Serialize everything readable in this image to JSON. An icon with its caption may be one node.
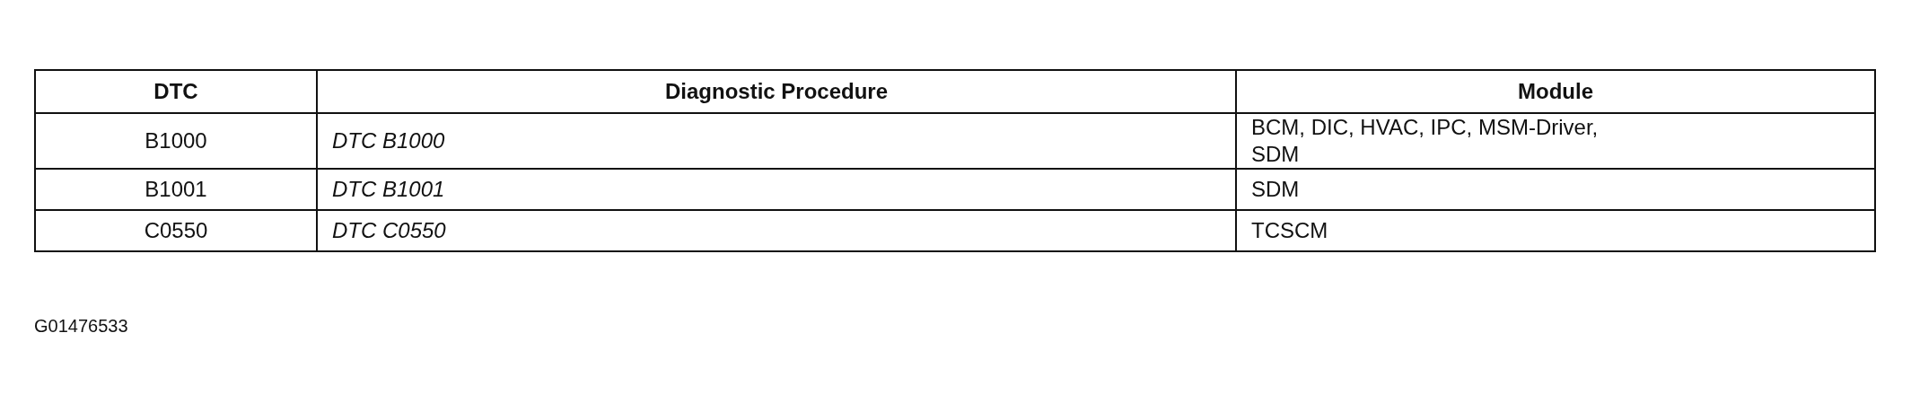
{
  "diagram": {
    "caption": "G01476533",
    "labels": [
      "DTC",
      "Diagnostic Procedure",
      "Module",
      "B1000",
      "DTC B1000",
      "BCM, DIC, HVAC, IPC, MSM-Driver, SDM",
      "B1001",
      "DTC B1001",
      "SDM",
      "C0550",
      "DTC C0550",
      "TCSCM"
    ]
  }
}
